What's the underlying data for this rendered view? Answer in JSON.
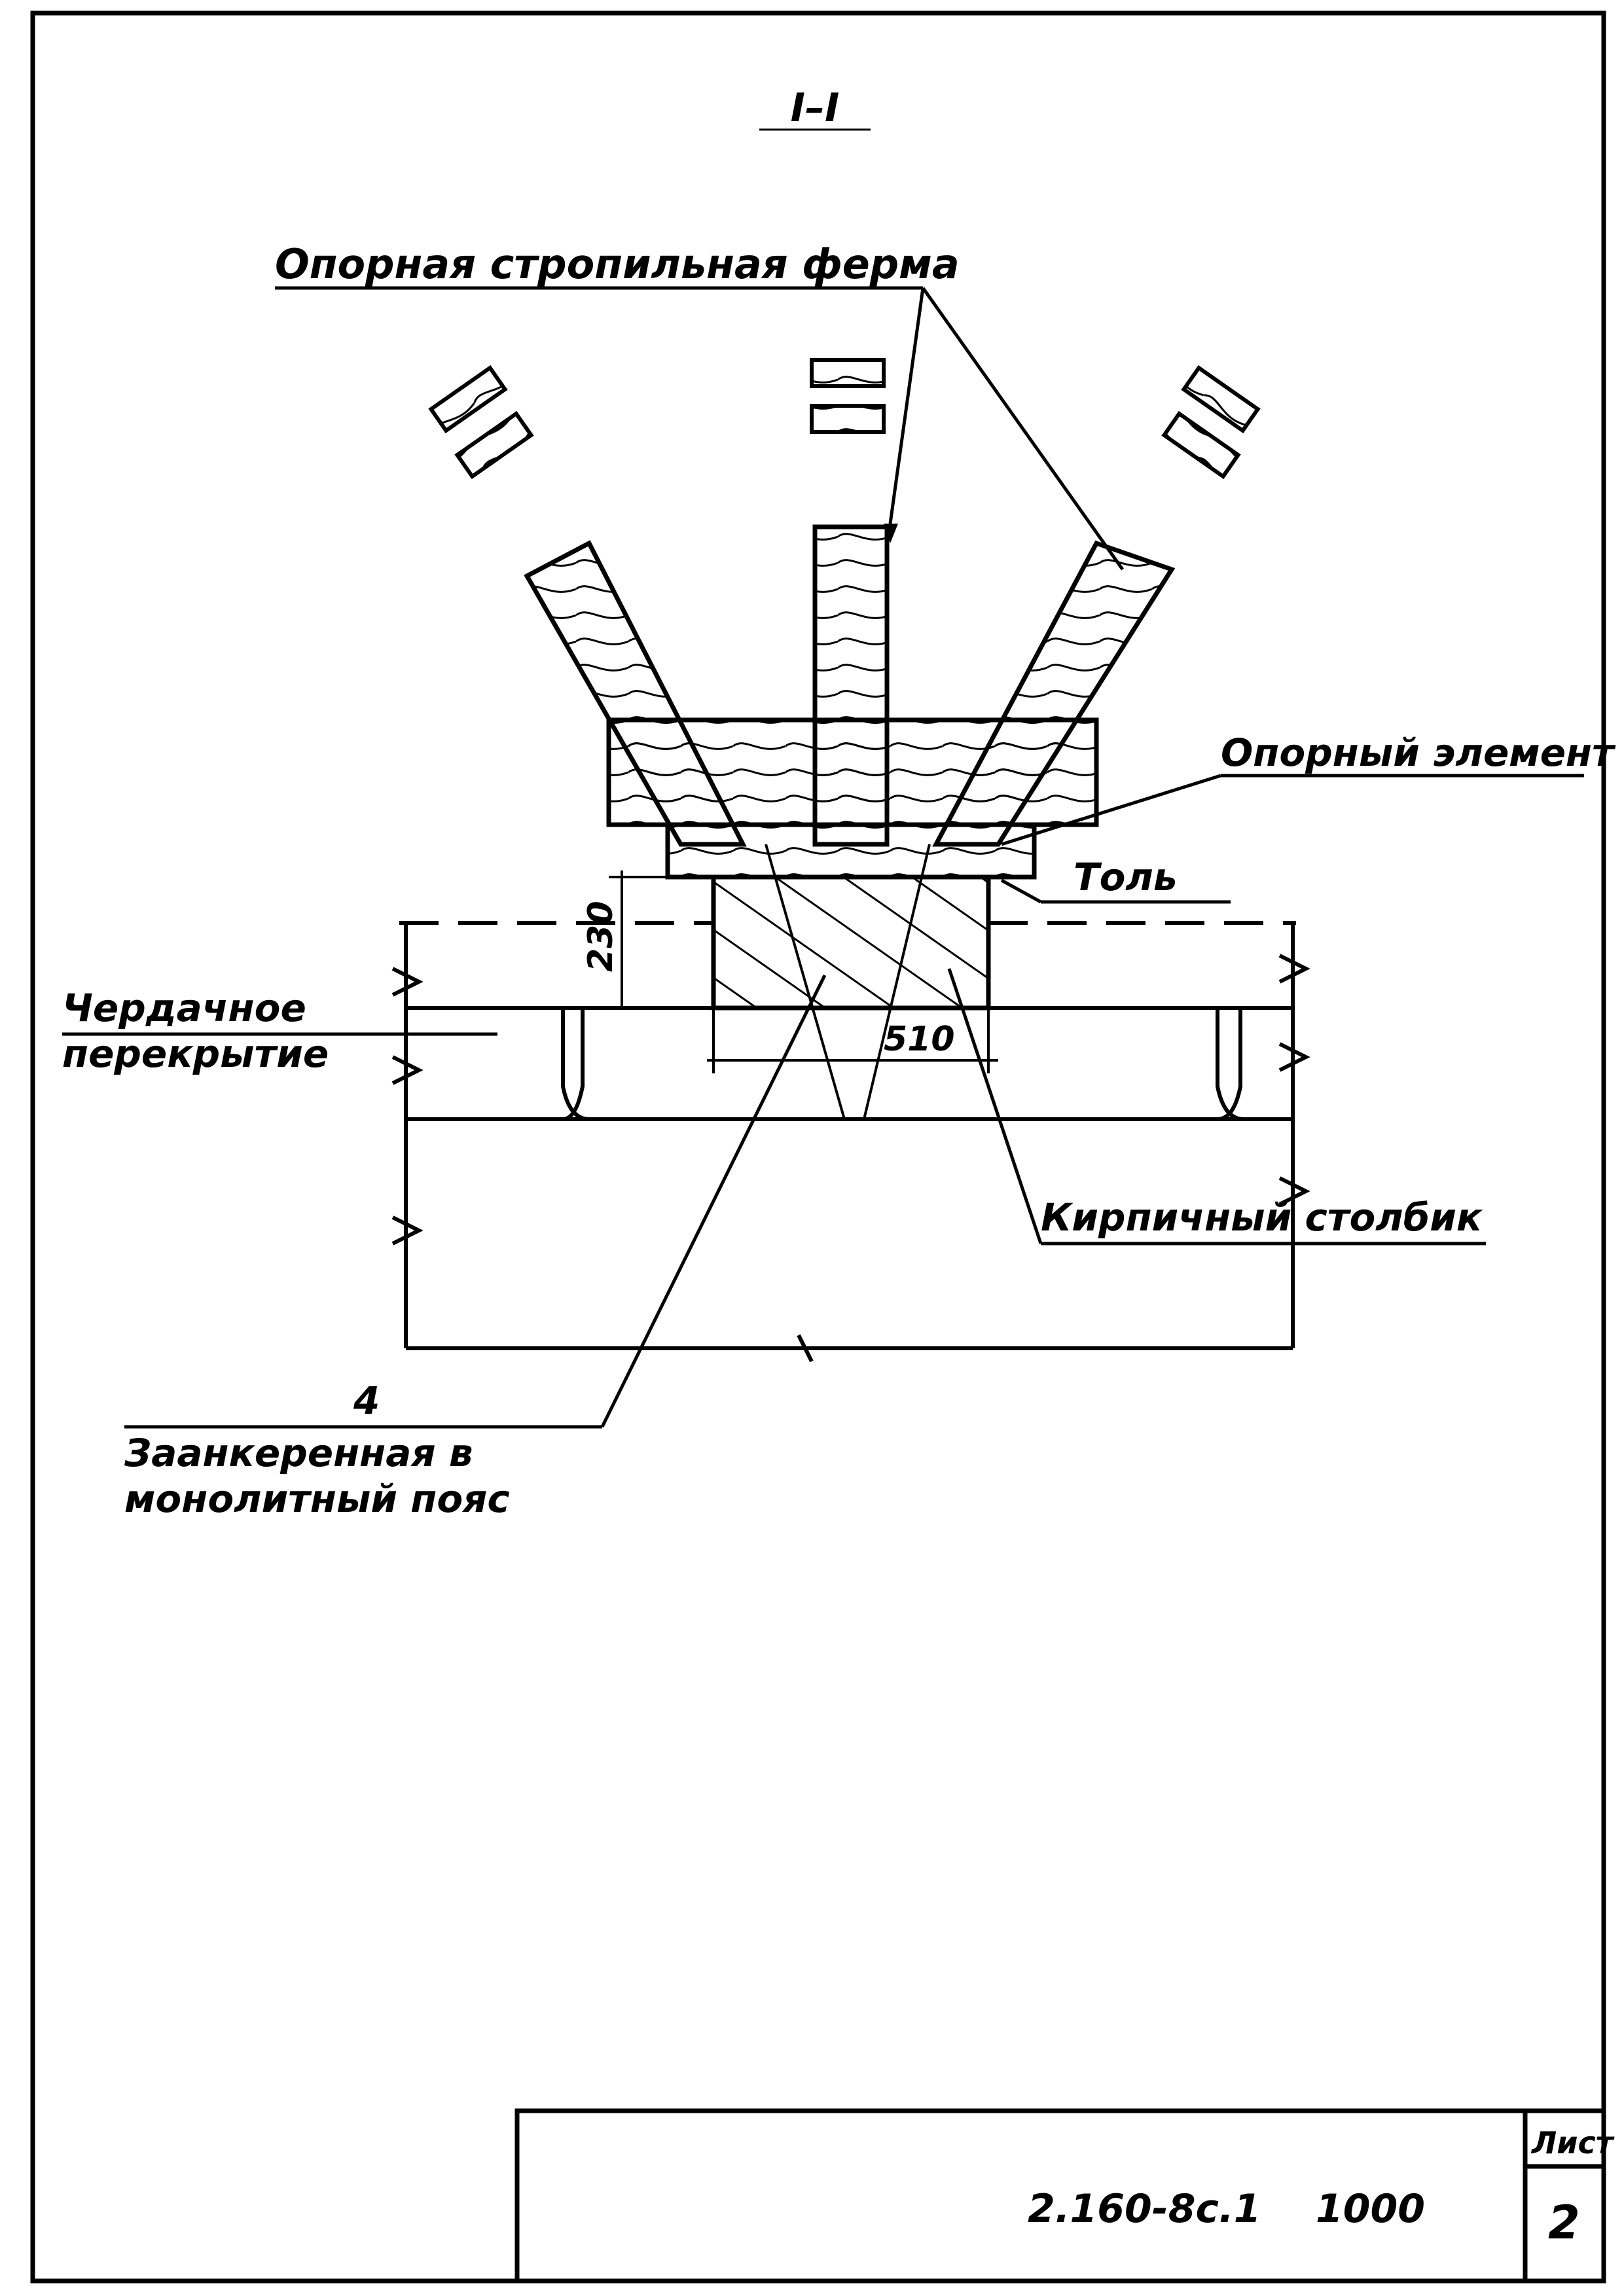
{
  "section_mark": "I–I",
  "labels": {
    "truss": "Опорная стропильная ферма",
    "support_element": "Опорный элемент",
    "roofing_felt": "Толь",
    "attic_floor_line1": "Чердачное",
    "attic_floor_line2": "перекрытие",
    "brick_pillar": "Кирпичный столбик",
    "anchor_number": "4",
    "anchor_line1": "Заанкеренная в",
    "anchor_line2": "монолитный пояс"
  },
  "dimensions": {
    "height": "230",
    "width": "510"
  },
  "title_block": {
    "code": "2.160-8с.1",
    "number": "1000",
    "sheet_label": "Лист",
    "sheet_number": "2"
  }
}
